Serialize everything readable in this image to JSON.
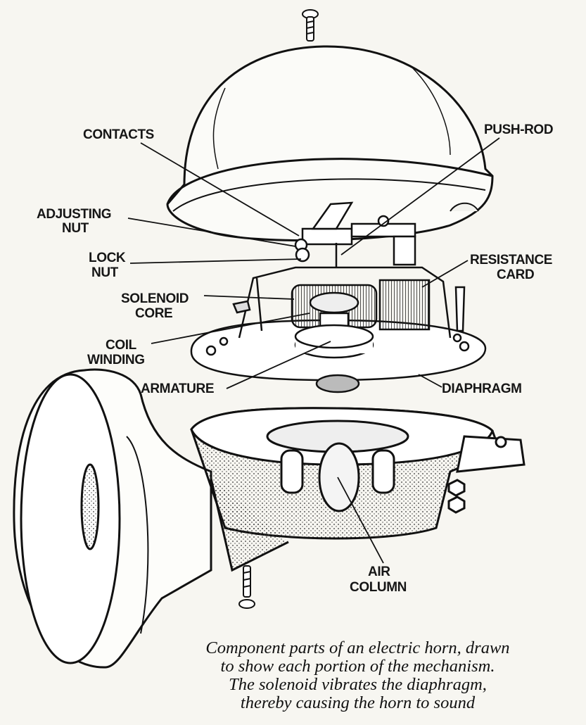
{
  "labels": {
    "contacts": "CONTACTS",
    "push_rod": "PUSH-ROD",
    "adjusting_1": "ADJUSTING",
    "adjusting_2": "NUT",
    "lock_1": "LOCK",
    "lock_2": "NUT",
    "resistance_1": "RESISTANCE",
    "resistance_2": "CARD",
    "solenoid_1": "SOLENOID",
    "solenoid_2": "CORE",
    "coil_1": "COIL",
    "coil_2": "WINDING",
    "armature": "ARMATURE",
    "diaphragm": "DIAPHRAGM",
    "air_1": "AIR",
    "air_2": "COLUMN"
  },
  "caption": {
    "line1": "Component parts of an electric horn, drawn",
    "line2": "to show each portion of the mechanism.",
    "line3": "The solenoid vibrates the diaphragm,",
    "line4": "thereby causing the horn to sound"
  }
}
